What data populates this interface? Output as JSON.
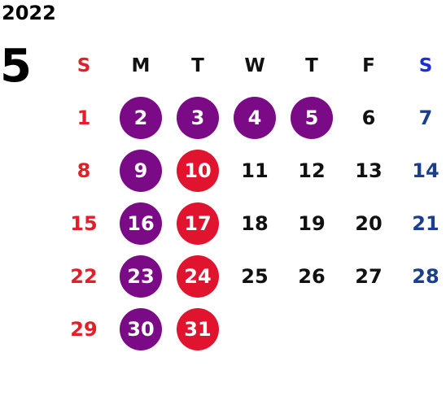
{
  "calendar": {
    "year": "2022",
    "month": "5",
    "weekdays": [
      "S",
      "M",
      "T",
      "W",
      "T",
      "F",
      "S"
    ],
    "colors": {
      "sunday": "#e0202a",
      "saturday": "#1a3f8f",
      "purple_mark": "#7a0a85",
      "red_mark": "#e0142e"
    },
    "weeks": [
      [
        {
          "d": "1"
        },
        {
          "d": "2",
          "mark": "purple"
        },
        {
          "d": "3",
          "mark": "purple"
        },
        {
          "d": "4",
          "mark": "purple"
        },
        {
          "d": "5",
          "mark": "purple"
        },
        {
          "d": "6"
        },
        {
          "d": "7"
        }
      ],
      [
        {
          "d": "8"
        },
        {
          "d": "9",
          "mark": "purple"
        },
        {
          "d": "10",
          "mark": "red"
        },
        {
          "d": "11"
        },
        {
          "d": "12"
        },
        {
          "d": "13"
        },
        {
          "d": "14"
        }
      ],
      [
        {
          "d": "15"
        },
        {
          "d": "16",
          "mark": "purple"
        },
        {
          "d": "17",
          "mark": "red"
        },
        {
          "d": "18"
        },
        {
          "d": "19"
        },
        {
          "d": "20"
        },
        {
          "d": "21"
        }
      ],
      [
        {
          "d": "22"
        },
        {
          "d": "23",
          "mark": "purple"
        },
        {
          "d": "24",
          "mark": "red"
        },
        {
          "d": "25"
        },
        {
          "d": "26"
        },
        {
          "d": "27"
        },
        {
          "d": "28"
        }
      ],
      [
        {
          "d": "29"
        },
        {
          "d": "30",
          "mark": "purple"
        },
        {
          "d": "31",
          "mark": "red"
        },
        {
          "d": ""
        },
        {
          "d": ""
        },
        {
          "d": ""
        },
        {
          "d": ""
        }
      ]
    ]
  }
}
